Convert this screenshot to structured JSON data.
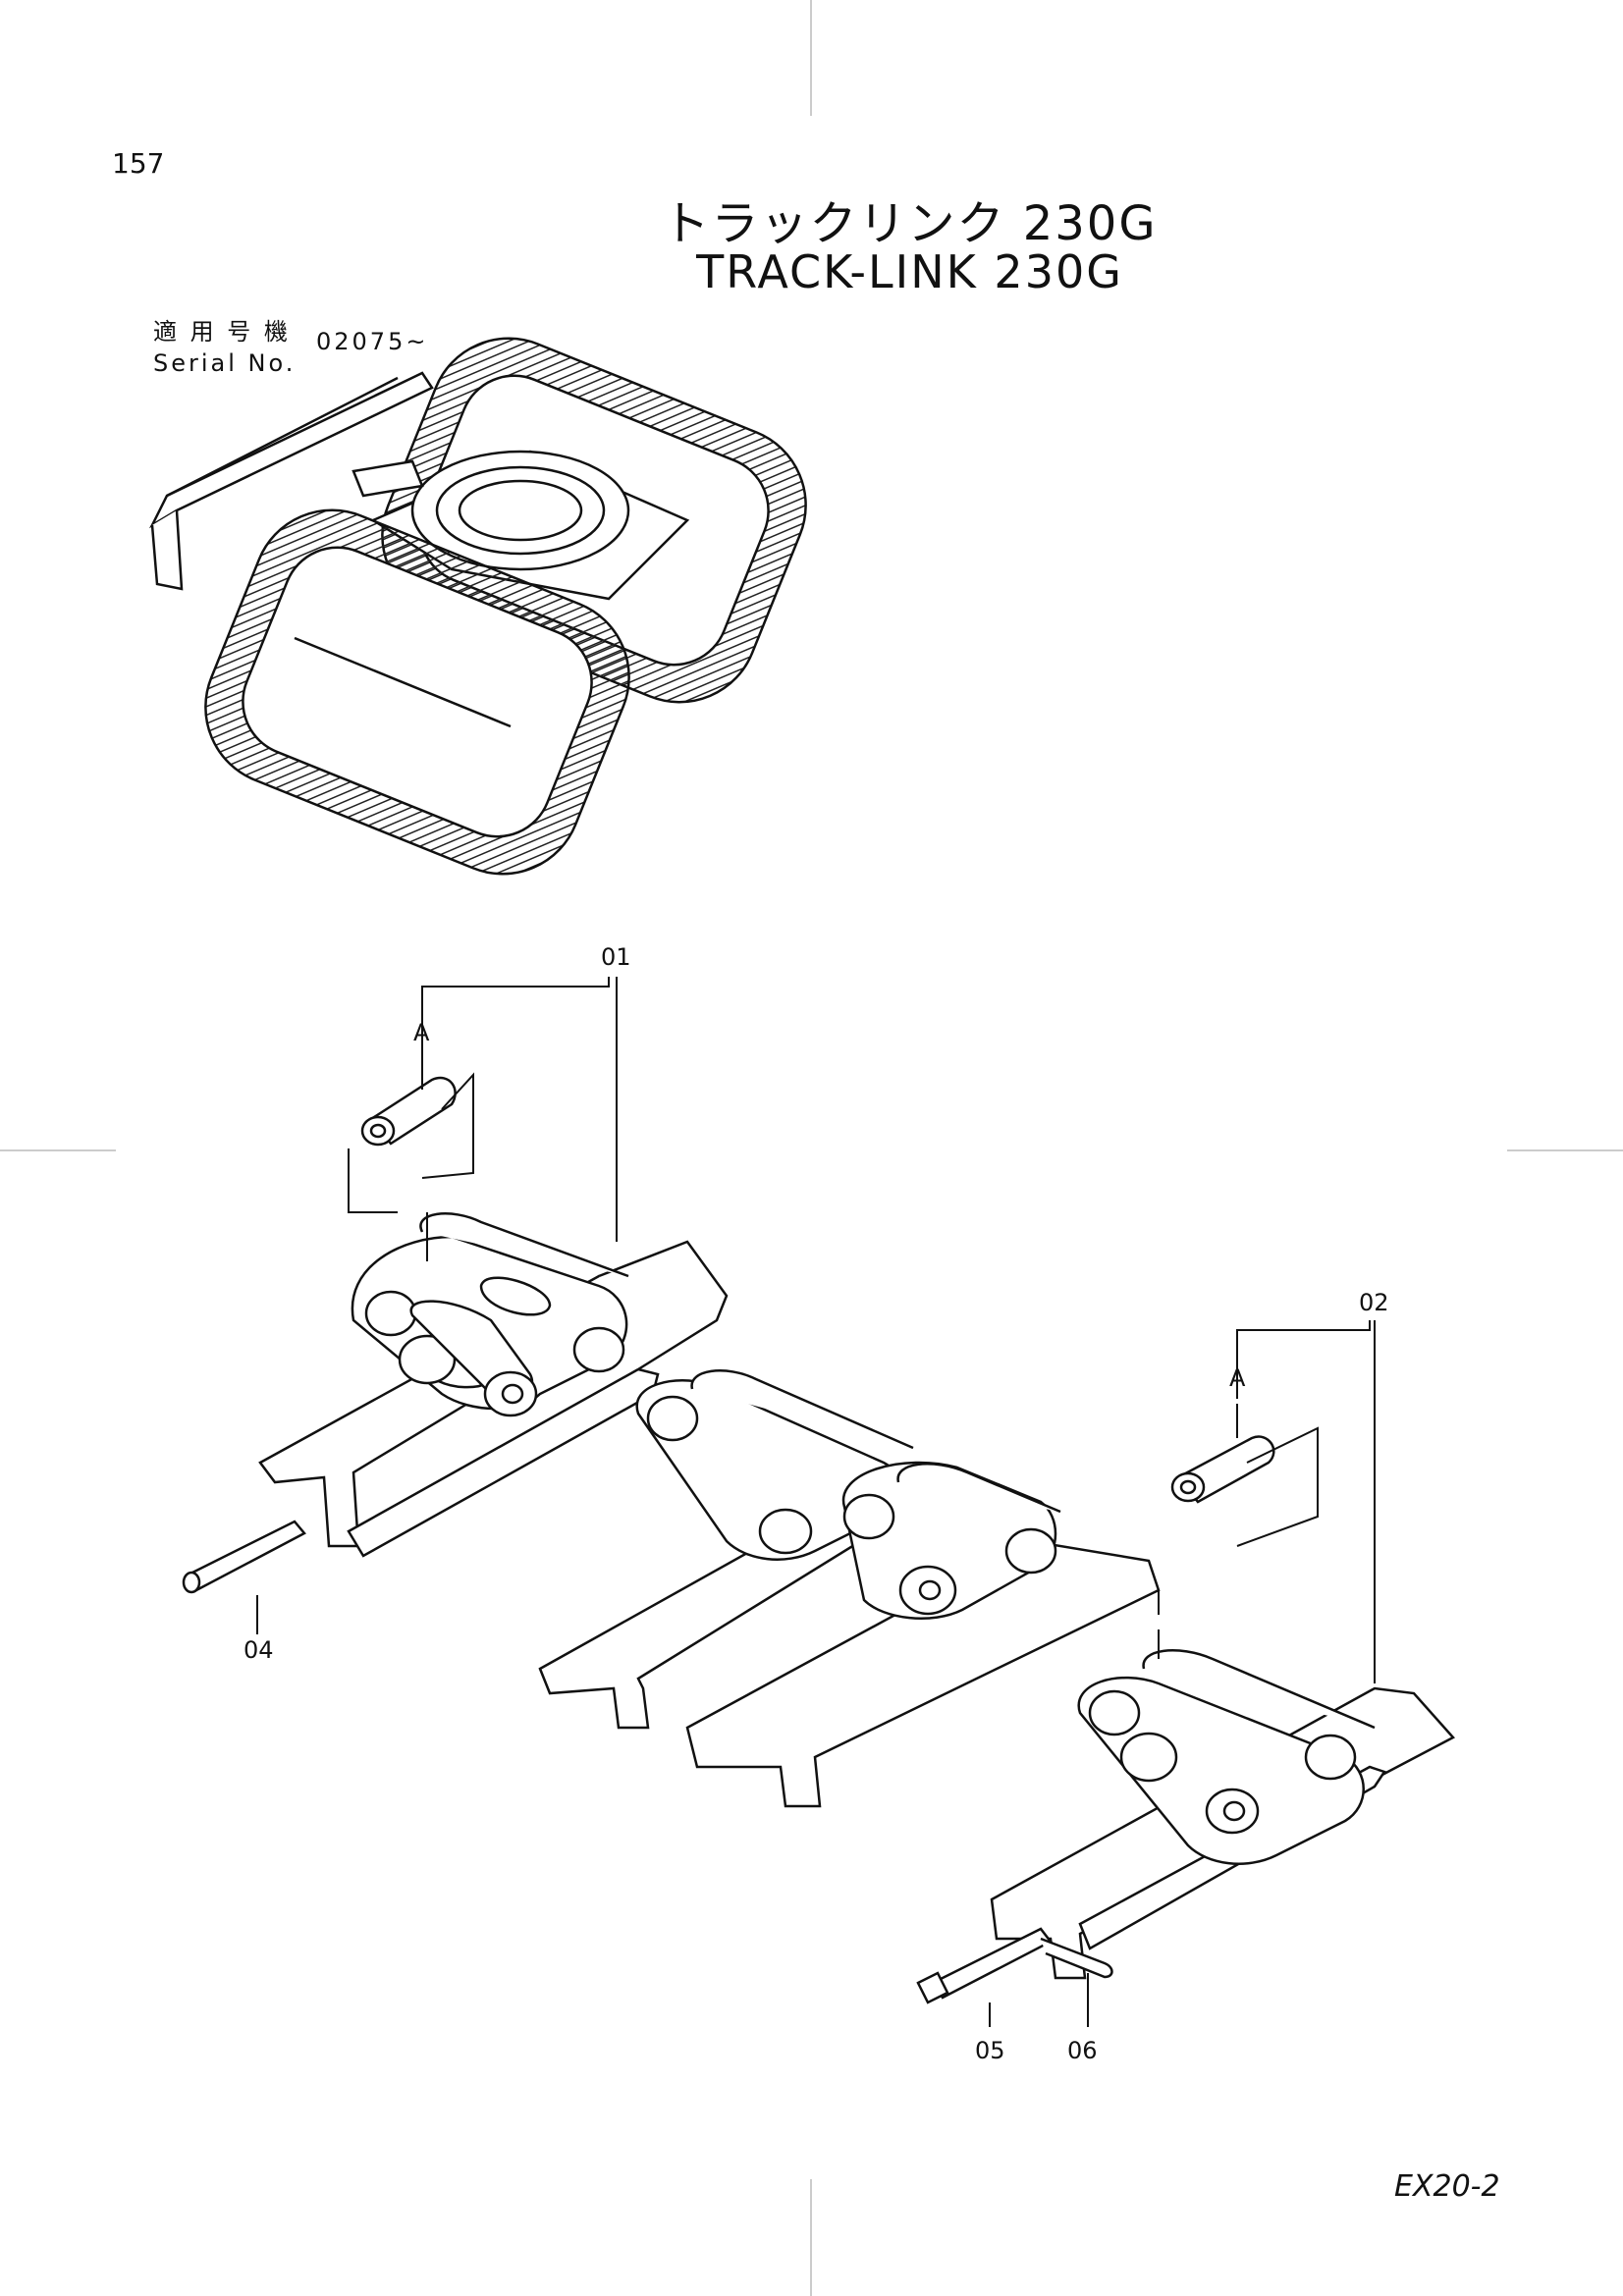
{
  "page": {
    "number": "157",
    "title_jp": "トラックリンク  230G",
    "title_en": "TRACK-LINK  230G",
    "serial_label_jp": "適 用 号 機",
    "serial_label_en": "Serial  No.",
    "serial_range": "02075~",
    "model_code": "EX20-2"
  },
  "callouts": {
    "c01": "01",
    "c02": "02",
    "c04": "04",
    "c05": "05",
    "c06": "06",
    "a1": "A",
    "a2": "A"
  }
}
